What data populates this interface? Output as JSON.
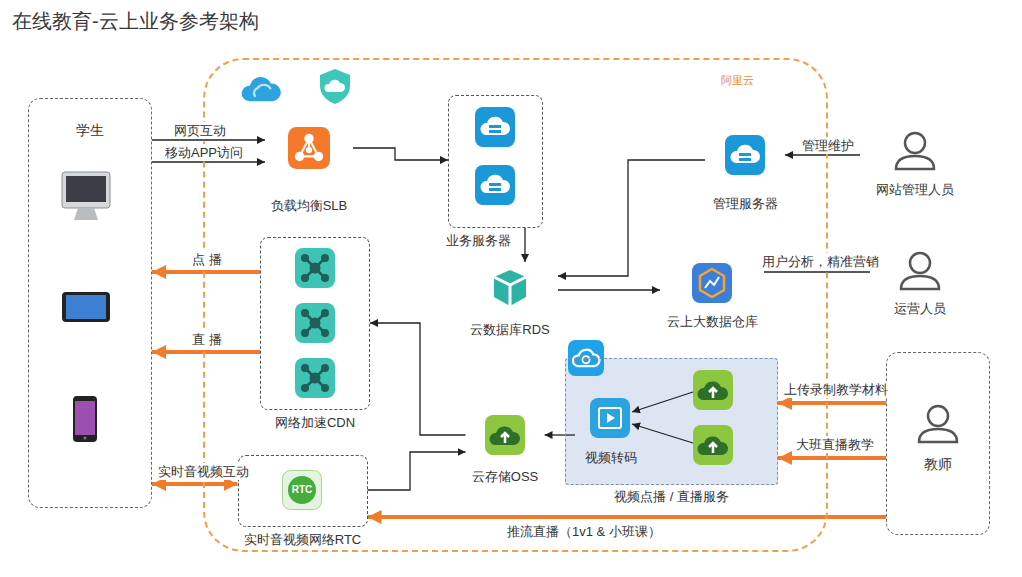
{
  "diagram": {
    "title": "在线教育-云上业务参考架构",
    "nodes": [
      {
        "text": [
          "阿里云"
        ]
      },
      {
        "text": [
          "学生"
        ]
      },
      {
        "text": [
          "负载均衡SLB"
        ],
        "in": 0
      },
      {
        "text": [
          "业务服务器"
        ],
        "in": 0
      },
      {
        "text": [
          "管理服务器"
        ],
        "in": 0
      },
      {
        "text": [
          "网站管理人员"
        ]
      },
      {
        "text": [
          "网络加速CDN"
        ],
        "in": 0
      },
      {
        "text": [
          "云数据库RDS"
        ],
        "in": 0
      },
      {
        "text": [
          "云上大数据仓库"
        ],
        "in": 0
      },
      {
        "text": [
          "运营人员"
        ]
      },
      {
        "text": [
          "视频点播 / 直播服务"
        ],
        "in": 0
      },
      {
        "text": [
          "视频转码"
        ],
        "in": 10
      },
      {
        "text": [
          "云存储OSS"
        ],
        "in": 0
      },
      {
        "text": [
          "实时音视频网络RTC"
        ],
        "in": 0
      },
      {
        "text": [
          "教师"
        ]
      }
    ],
    "edges": [
      {
        "from": 1,
        "to": 2,
        "arrow": "to",
        "label": "网页互动"
      },
      {
        "from": 1,
        "to": 2,
        "arrow": "to",
        "label": "移动APP访问"
      },
      {
        "from": 2,
        "to": 3,
        "arrow": "to"
      },
      {
        "from": 3,
        "to": 7,
        "arrow": "to"
      },
      {
        "from": 4,
        "to": 7,
        "arrow": "to"
      },
      {
        "from": 5,
        "to": 4,
        "arrow": "to",
        "label": "管理维护"
      },
      {
        "from": 7,
        "to": 8,
        "arrow": "to"
      },
      {
        "from": 8,
        "to": 9,
        "arrow": "none",
        "label": "用户分析，精准营销"
      },
      {
        "from": 6,
        "to": 1,
        "arrow": "to",
        "label": "点 播"
      },
      {
        "from": 6,
        "to": 1,
        "arrow": "to",
        "label": "直 播"
      },
      {
        "from": 12,
        "to": 6,
        "arrow": "to"
      },
      {
        "from": 11,
        "to": 12,
        "arrow": "to"
      },
      {
        "from": 13,
        "to": 12,
        "arrow": "to"
      },
      {
        "from": 13,
        "to": 1,
        "arrow": "both",
        "label": "实时音视频互动"
      },
      {
        "from": 14,
        "to": 13,
        "arrow": "to",
        "label": "推流直播（1v1 & 小班课）"
      },
      {
        "from": 14,
        "to": 10,
        "arrow": "to",
        "label": "上传录制教学材料"
      },
      {
        "from": 14,
        "to": 10,
        "arrow": "to",
        "label": "大班直播教学"
      }
    ],
    "labels": [
      "RTC"
    ]
  }
}
